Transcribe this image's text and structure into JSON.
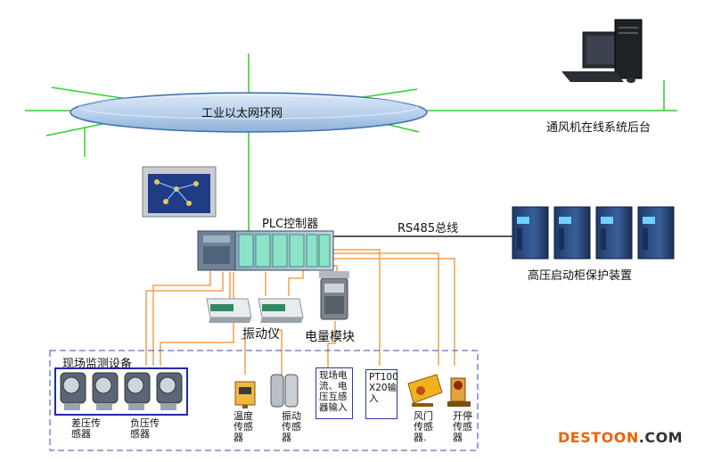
{
  "diagram": {
    "ring_label": "工业以太网环网",
    "backend_label": "通风机在线系统后台",
    "plc_label": "PLC控制器",
    "bus_label": "RS485总线",
    "protector_label": "高压启动柜保护装置",
    "vibration_label": "振动仪",
    "power_module_label": "电量模块",
    "field_group_label": "现场监测设备",
    "sensor_labels": {
      "diff_pressure": "差压传\n感器",
      "neg_pressure": "负压传\n感器",
      "temperature": "温度\n传感\n器",
      "vibration": "振动\n传感\n器",
      "current_voltage_box": "现场电\n流、电\n压互感\n器输入",
      "pt100_box": "PT100\nX20输\n入",
      "damper": "风门\n传感\n器.",
      "start_stop": "开停\n传感\n器"
    },
    "watermark_a": "DESTOON",
    "watermark_b": ".COM",
    "colors": {
      "ethernet": "#2fd12f",
      "field_wire": "#f0a050",
      "bus": "#222222",
      "group_border": "#3a4bb0",
      "ring_fill": "#bcd3ee"
    }
  }
}
